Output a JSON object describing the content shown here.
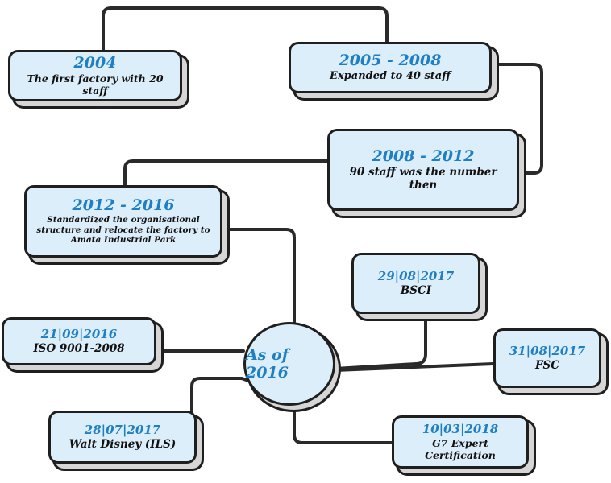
{
  "center": {
    "label": "As of 2016"
  },
  "milestones": [
    {
      "date": "2004",
      "desc": "The first factory with 20 staff"
    },
    {
      "date": "2005 - 2008",
      "desc": "Expanded to 40 staff"
    },
    {
      "date": "2008 - 2012",
      "desc": "90 staff was the number then"
    },
    {
      "date": "2012 - 2016",
      "desc": "Standardized the organisational structure and relocate the factory to Amata Industrial Park"
    }
  ],
  "certifications": [
    {
      "date": "21|09|2016",
      "name": "ISO 9001-2008"
    },
    {
      "date": "28|07|2017",
      "name": "Walt Disney (ILS)"
    },
    {
      "date": "29|08|2017",
      "name": "BSCI"
    },
    {
      "date": "31|08|2017",
      "name": "FSC"
    },
    {
      "date": "10|03|2018",
      "name": "G7 Expert Certification"
    }
  ],
  "colors": {
    "box_fill": "#dceefa",
    "date_text": "#1f7fc4",
    "outline": "#1f1f1f",
    "shadow_fill": "#d6d6d6"
  }
}
